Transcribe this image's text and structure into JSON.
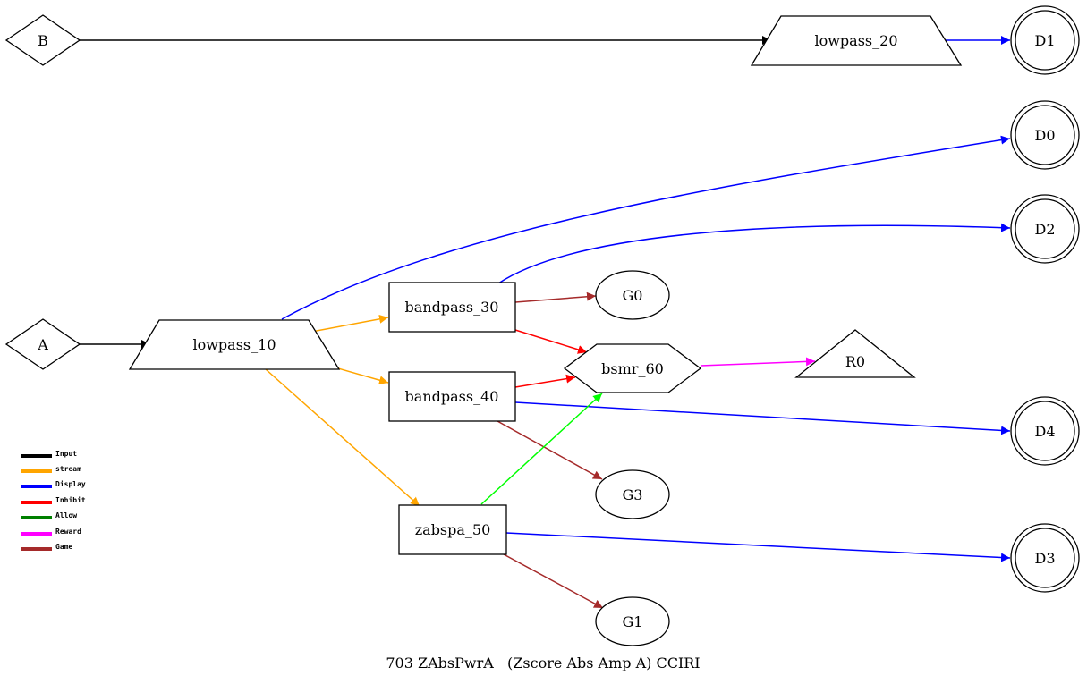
{
  "caption": "703 ZAbsPwrA   (Zscore Abs Amp A) CCIRI",
  "nodes": {
    "B": "B",
    "A": "A",
    "lowpass_20": "lowpass_20",
    "lowpass_10": "lowpass_10",
    "bandpass_30": "bandpass_30",
    "bandpass_40": "bandpass_40",
    "zabspa_50": "zabspa_50",
    "bsmr_60": "bsmr_60",
    "R0": "R0",
    "G0": "G0",
    "G1": "G1",
    "G3": "G3",
    "D0": "D0",
    "D1": "D1",
    "D2": "D2",
    "D3": "D3",
    "D4": "D4"
  },
  "legend": [
    {
      "label": "Input",
      "color": "#000000"
    },
    {
      "label": "stream",
      "color": "#FFA500"
    },
    {
      "label": "Display",
      "color": "#0000FF"
    },
    {
      "label": "Inhibit",
      "color": "#FF0000"
    },
    {
      "label": "Allow",
      "color": "#008000"
    },
    {
      "label": "Reward",
      "color": "#FF00FF"
    },
    {
      "label": "Game",
      "color": "#A52A2A"
    }
  ],
  "edge_colors": {
    "input": "#000000",
    "stream": "#FFA500",
    "display": "#0000FF",
    "inhibit": "#FF0000",
    "allow": "#00FF00",
    "reward": "#FF00FF",
    "game": "#A52A2A"
  }
}
